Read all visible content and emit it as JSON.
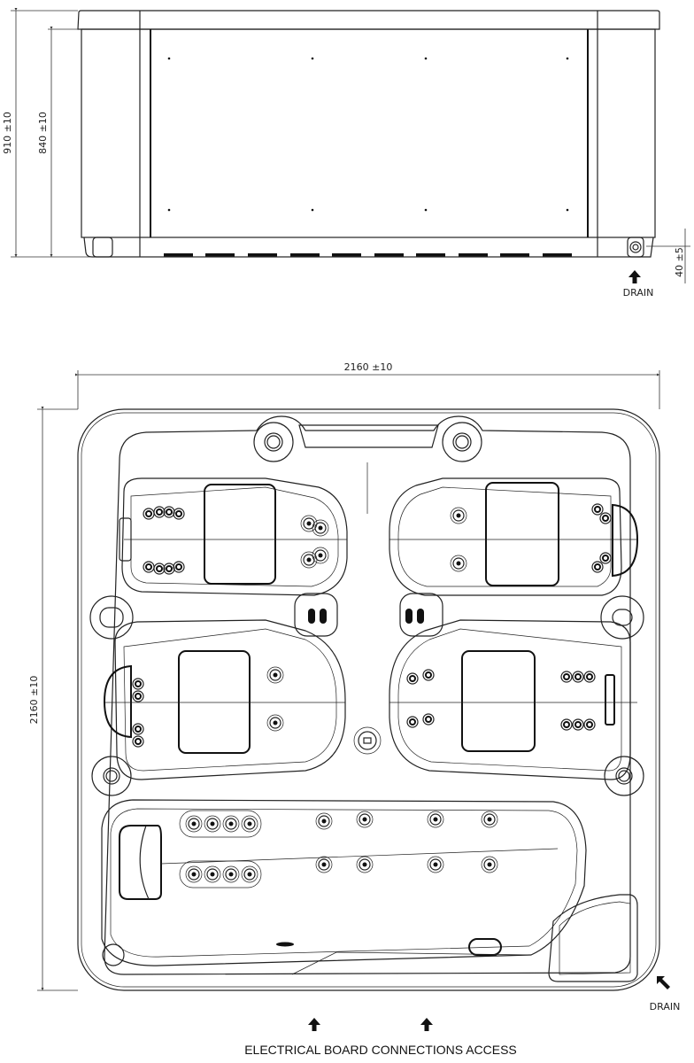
{
  "side_view": {
    "height_total": "910 ±10",
    "height_body": "840 ±10",
    "drain_clearance": "40 ±5",
    "drain_label": "DRAIN"
  },
  "top_view": {
    "width": "2160 ±10",
    "depth": "2160 ±10",
    "drain_label": "DRAIN",
    "electrical_label": "ELECTRICAL BOARD CONNECTIONS ACCESS"
  },
  "colors": {
    "line": "#222222",
    "background": "#ffffff"
  }
}
